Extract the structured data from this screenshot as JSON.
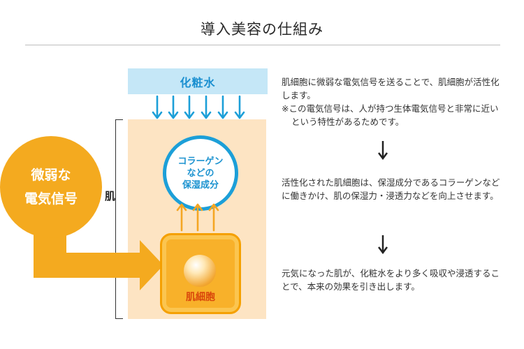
{
  "title": "導入美容の仕組み",
  "diagram": {
    "lotion_label": "化粧水",
    "skin_label": "肌",
    "collagen_lines": [
      "コラーゲン",
      "などの",
      "保湿成分"
    ],
    "cell_label": "肌細胞",
    "weak_current_lines": [
      "微弱な",
      "電気信号"
    ]
  },
  "steps": {
    "step1": "肌細胞に微弱な電気信号を送ることで、肌細胞が活性化します。",
    "step1_note": "※この電気信号は、人が持つ生体電気信号と非常に近いという特性があるためです。",
    "step2": "活性化された肌細胞は、保湿成分であるコラーゲンなどに働きかけ、肌の保湿力・浸透力などを向上させます。",
    "step3": "元気になった肌が、化粧水をより多く吸収や浸透することで、本来の効果を引き出します。"
  },
  "colors": {
    "blue": "#1c9fd8",
    "orange": "#f4aa1f",
    "orange_arrow": "#f5a623",
    "skin": "#fde4c3",
    "lotion_band": "#c5e7f7"
  }
}
